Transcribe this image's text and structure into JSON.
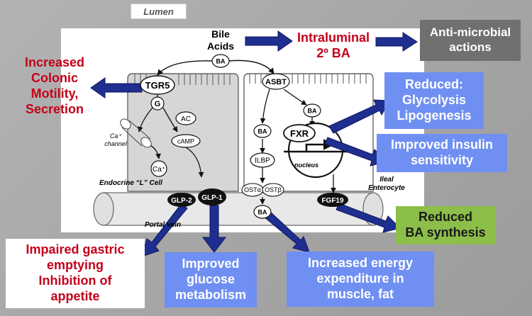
{
  "lumen_label": "Lumen",
  "bile_acids_line1": "Bile",
  "bile_acids_line2": "Acids",
  "intraluminal_line1": "Intraluminal",
  "intraluminal_line2": "2º BA",
  "antimicrobial_line1": "Anti-microbial",
  "antimicrobial_line2": "actions",
  "colonic_line1": "Increased",
  "colonic_line2": "Colonic",
  "colonic_line3": "Motility,",
  "colonic_line4": "Secretion",
  "reduced_glyco_line1": "Reduced:",
  "reduced_glyco_line2": "Glycolysis",
  "reduced_glyco_line3": "Lipogenesis",
  "insulin_line1": "Improved insulin",
  "insulin_line2": "sensitivity",
  "ba_synthesis_line1": "Reduced",
  "ba_synthesis_line2": "BA synthesis",
  "gastric_line1": "Impaired gastric",
  "gastric_line2": "emptying",
  "gastric_line3": "Inhibition of",
  "gastric_line4": "appetite",
  "glucose_line1": "Improved",
  "glucose_line2": "glucose",
  "glucose_line3": "metabolism",
  "energy_line1": "Increased energy",
  "energy_line2": "expenditure in",
  "energy_line3": "muscle, fat",
  "labels": {
    "ba": "BA",
    "tgr5": "TGR5",
    "g": "G",
    "ac": "AC",
    "camp": "cAMP",
    "ca_channel_1": "Ca⁺",
    "ca_channel_2": "channel",
    "ca": "Ca⁺",
    "asbt": "ASBT",
    "ilbp": "ILBP",
    "osta": "OSTα",
    "ostb": "OSTβ",
    "fxr": "FXR",
    "nucleus": "nucleus",
    "endocrine_cell": "Endocrine “L” Cell",
    "ileal_1": "Ileal",
    "ileal_2": "Enterocyte",
    "portal_vein": "Portal vein",
    "glp2": "GLP-2",
    "glp1": "GLP-1",
    "fgf19": "FGF19"
  },
  "colors": {
    "dark_blue_arrow": "#1f2f8f",
    "red_text": "#c4001a",
    "blue_box": "#6f8ff2",
    "gray_box": "#707070",
    "green_box": "#8cbe4a",
    "cell_fill": "#d6d6d6"
  }
}
